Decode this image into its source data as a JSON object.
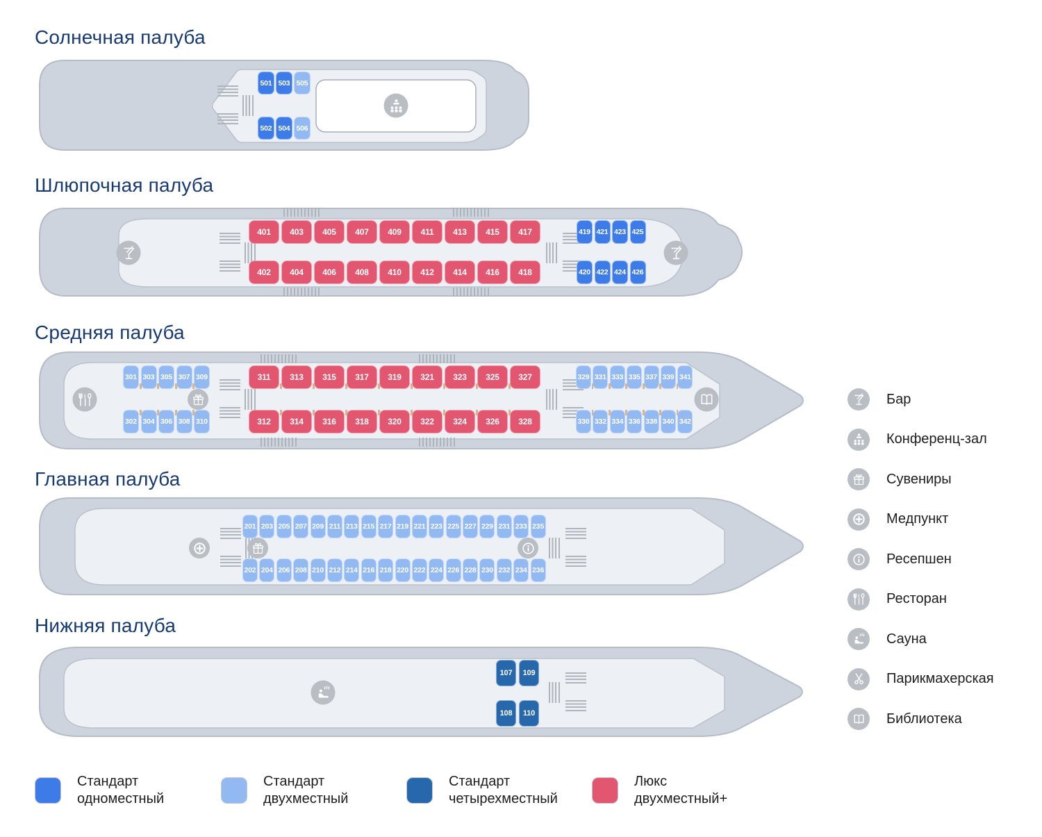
{
  "colors": {
    "title": "#173a73",
    "text": "#1c1c1c",
    "hull": "#cdd4de",
    "hull-border": "#b5bcc7",
    "inner": "#edf0f4",
    "inner-border": "#bac1cb",
    "room-border": "#a9aeb6",
    "icon": "#b9bec5",
    "stripe": "#aeb4bc",
    "tick": "#d8b48e",
    "single": "#3d7ce8",
    "double": "#93b9f3",
    "quad": "#2767ac",
    "lux": "#e35670"
  },
  "decks": [
    {
      "id": "sun",
      "title": "Солнечная палуба",
      "rows": [
        {
          "id": "sun-top",
          "cabins": [
            {
              "n": "501",
              "t": "single"
            },
            {
              "n": "503",
              "t": "single"
            },
            {
              "n": "505",
              "t": "double"
            }
          ]
        },
        {
          "id": "sun-bot",
          "cabins": [
            {
              "n": "502",
              "t": "single"
            },
            {
              "n": "504",
              "t": "single"
            },
            {
              "n": "506",
              "t": "double"
            }
          ]
        }
      ],
      "facilities": [
        {
          "slot": "sun-conference",
          "icon": "conference"
        }
      ]
    },
    {
      "id": "boat",
      "title": "Шлюпочная палуба",
      "rows": [
        {
          "id": "boat-red-top",
          "t": "lux",
          "numbers": [
            "401",
            "403",
            "405",
            "407",
            "409",
            "411",
            "413",
            "415",
            "417"
          ]
        },
        {
          "id": "boat-red-bot",
          "t": "lux",
          "numbers": [
            "402",
            "404",
            "406",
            "408",
            "410",
            "412",
            "414",
            "416",
            "418"
          ]
        },
        {
          "id": "boat-blue-top",
          "t": "single",
          "numbers": [
            "419",
            "421",
            "423",
            "425"
          ]
        },
        {
          "id": "boat-blue-bot",
          "t": "single",
          "numbers": [
            "420",
            "422",
            "424",
            "426"
          ]
        }
      ],
      "facilities": [
        {
          "slot": "boat-bar-left",
          "icon": "bar"
        },
        {
          "slot": "boat-bar-right",
          "icon": "bar"
        }
      ]
    },
    {
      "id": "mid",
      "title": "Средняя палуба",
      "rows": [
        {
          "id": "mid-lt",
          "t": "double",
          "numbers": [
            "301",
            "303",
            "305",
            "307",
            "309"
          ]
        },
        {
          "id": "mid-lb",
          "t": "double",
          "numbers": [
            "302",
            "304",
            "306",
            "308",
            "310"
          ]
        },
        {
          "id": "mid-rt",
          "t": "lux",
          "numbers": [
            "311",
            "313",
            "315",
            "317",
            "319",
            "321",
            "323",
            "325",
            "327"
          ]
        },
        {
          "id": "mid-rb",
          "t": "lux",
          "numbers": [
            "312",
            "314",
            "316",
            "318",
            "320",
            "322",
            "324",
            "326",
            "328"
          ]
        },
        {
          "id": "mid-bt",
          "t": "double",
          "numbers": [
            "329",
            "331",
            "333",
            "335",
            "337",
            "339",
            "341"
          ]
        },
        {
          "id": "mid-bb",
          "t": "double",
          "numbers": [
            "330",
            "332",
            "334",
            "336",
            "338",
            "340",
            "342"
          ]
        }
      ],
      "facilities": [
        {
          "slot": "mid-restaurant",
          "icon": "restaurant"
        },
        {
          "slot": "mid-gift",
          "icon": "gift"
        },
        {
          "slot": "mid-library",
          "icon": "book"
        }
      ]
    },
    {
      "id": "main",
      "title": "Главная палуба",
      "rows": [
        {
          "id": "main-top",
          "t": "double",
          "numbers": [
            "201",
            "203",
            "205",
            "207",
            "209",
            "211",
            "213",
            "215",
            "217",
            "219",
            "221",
            "223",
            "225",
            "227",
            "229",
            "231",
            "233",
            "235"
          ]
        },
        {
          "id": "main-bot",
          "t": "double",
          "numbers": [
            "202",
            "204",
            "206",
            "208",
            "210",
            "212",
            "214",
            "216",
            "218",
            "220",
            "222",
            "224",
            "226",
            "228",
            "230",
            "232",
            "234",
            "236"
          ]
        }
      ],
      "facilities": [
        {
          "slot": "main-medical",
          "icon": "medical"
        },
        {
          "slot": "main-gift",
          "icon": "gift"
        },
        {
          "slot": "main-info",
          "icon": "info"
        }
      ]
    },
    {
      "id": "low",
      "title": "Нижняя палуба",
      "rows": [
        {
          "id": "low-top",
          "t": "quad",
          "numbers": [
            "107",
            "109"
          ]
        },
        {
          "id": "low-bot",
          "t": "quad",
          "numbers": [
            "108",
            "110"
          ]
        }
      ],
      "facilities": [
        {
          "slot": "low-sauna",
          "icon": "sauna"
        }
      ]
    }
  ],
  "services_legend": [
    {
      "icon": "bar",
      "label": "Бар"
    },
    {
      "icon": "conference",
      "label": "Конференц-зал"
    },
    {
      "icon": "gift",
      "label": "Сувениры"
    },
    {
      "icon": "medical",
      "label": "Медпункт"
    },
    {
      "icon": "info",
      "label": "Ресепшен"
    },
    {
      "icon": "restaurant",
      "label": "Ресторан"
    },
    {
      "icon": "sauna",
      "label": "Сауна"
    },
    {
      "icon": "scissors",
      "label": "Парикмахерская"
    },
    {
      "icon": "book",
      "label": "Библиотека"
    }
  ],
  "cabin_types": [
    {
      "type": "single",
      "lines": [
        "Стандарт",
        "одноместный"
      ]
    },
    {
      "type": "double",
      "lines": [
        "Стандарт",
        "двухместный"
      ]
    },
    {
      "type": "quad",
      "lines": [
        "Стандарт",
        "четырехместный"
      ]
    },
    {
      "type": "lux",
      "lines": [
        "Люкс",
        "двухместный+"
      ]
    }
  ]
}
